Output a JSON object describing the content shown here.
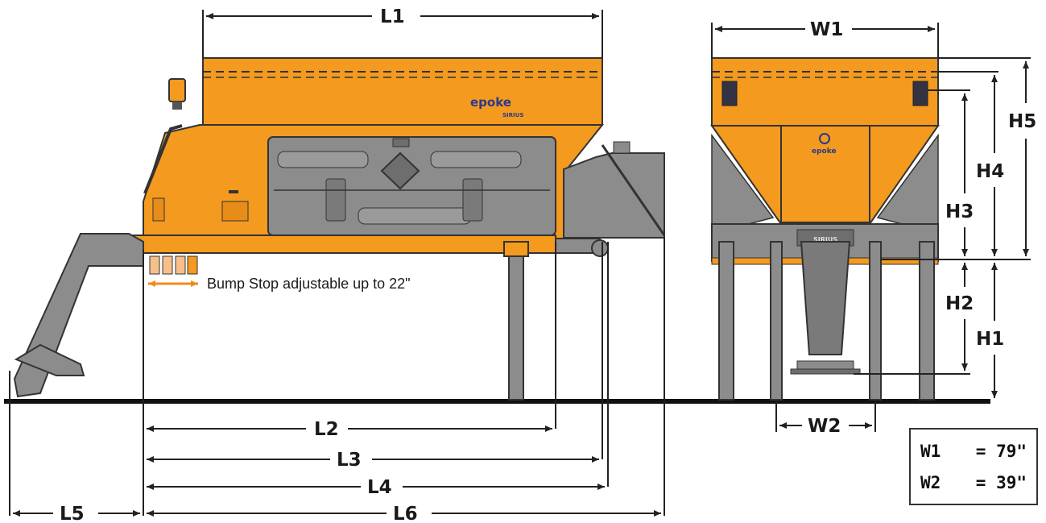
{
  "dimensions": {
    "L1": "L1",
    "L2": "L2",
    "L3": "L3",
    "L4": "L4",
    "L5": "L5",
    "L6": "L6",
    "W1": "W1",
    "W2": "W2",
    "H1": "H1",
    "H2": "H2",
    "H3": "H3",
    "H4": "H4",
    "H5": "H5"
  },
  "note": "Bump Stop adjustable up to 22\"",
  "brand": {
    "name": "epoke",
    "model": "SIRIUS"
  },
  "specs": [
    {
      "label": "W1",
      "value": "= 79\""
    },
    {
      "label": "W2",
      "value": "= 39\""
    }
  ],
  "colors": {
    "body": "#f39a1f",
    "body_dark": "#d9801a",
    "panel": "#8c8c8c",
    "panel_dark": "#6e6e6e",
    "dim_line": "#222222",
    "arrow_accent": "#f08c1c",
    "brand": "#2b3a8a"
  }
}
